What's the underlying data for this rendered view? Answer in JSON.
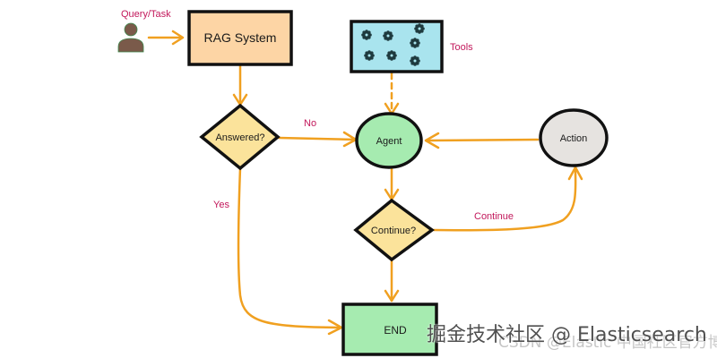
{
  "diagram": {
    "title": "RAG with Agent fallback flow",
    "nodes": {
      "user": {
        "label": "Query/Task",
        "icon": "user-icon"
      },
      "rag": {
        "label": "RAG System",
        "fill": "#fdd5a5"
      },
      "tools": {
        "label": "Tools",
        "fill": "#a9e4ee",
        "icon": "gear-icon",
        "gear_count": 7
      },
      "answered": {
        "label": "Answered?",
        "fill": "#fbe39b"
      },
      "agent": {
        "label": "Agent",
        "fill": "#a6ebb0"
      },
      "action": {
        "label": "Action",
        "fill": "#e6e3e0"
      },
      "continue": {
        "label": "Continue?",
        "fill": "#fbe39b"
      },
      "end": {
        "label": "END",
        "fill": "#a6ebb0"
      }
    },
    "edges": [
      {
        "from": "user",
        "to": "rag",
        "label": ""
      },
      {
        "from": "rag",
        "to": "answered",
        "label": ""
      },
      {
        "from": "answered",
        "to": "agent",
        "label": "No"
      },
      {
        "from": "answered",
        "to": "end",
        "label": "Yes"
      },
      {
        "from": "tools",
        "to": "agent",
        "label": "",
        "style": "dashed"
      },
      {
        "from": "action",
        "to": "agent",
        "label": ""
      },
      {
        "from": "agent",
        "to": "continue",
        "label": ""
      },
      {
        "from": "continue",
        "to": "action",
        "label": "Continue"
      },
      {
        "from": "continue",
        "to": "end",
        "label": ""
      }
    ],
    "colors": {
      "edge": "#f0a020",
      "edge_label": "#c2185b",
      "outline": "#111111",
      "user_icon": "#7a5a4a",
      "user_icon_outline": "#3f8a4f"
    }
  },
  "watermark": {
    "main": "掘金技术社区 @ Elasticsearch",
    "sub": "CSDN @Elastic 中国社区官方博客"
  }
}
